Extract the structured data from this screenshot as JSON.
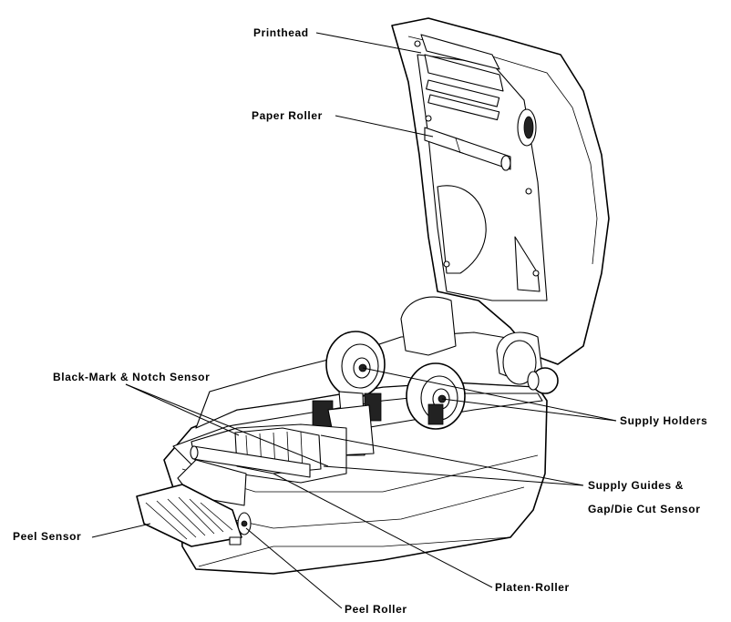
{
  "labels": {
    "printhead": "Printhead",
    "paper_roller": "Paper Roller",
    "black_mark": "Black-Mark & Notch Sensor",
    "supply_holders": "Supply Holders",
    "supply_guides_line1": "Supply Guides &",
    "supply_guides_line2": "Gap/Die Cut Sensor",
    "peel_sensor": "Peel Sensor",
    "platen_roller": "Platen·Roller",
    "peel_roller": "Peel Roller"
  }
}
